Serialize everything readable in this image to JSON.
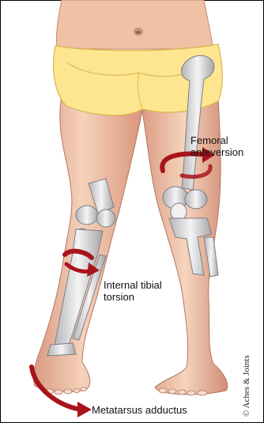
{
  "labels": {
    "femoral_line1": "Femoral",
    "femoral_line2": "anteversion",
    "tibial_line1": "Internal tibial",
    "tibial_line2": "torsion",
    "metatarsus": "Metatarsus adductus"
  },
  "credit": "© Aches & Joints",
  "colors": {
    "skin": "#f1c4a8",
    "skin_shade": "#d99a82",
    "diaper": "#fde68f",
    "diaper_shade": "#e9c85a",
    "bone": "#e8e8ea",
    "bone_shade": "#a9a9ad",
    "arrow": "#a8141c"
  }
}
